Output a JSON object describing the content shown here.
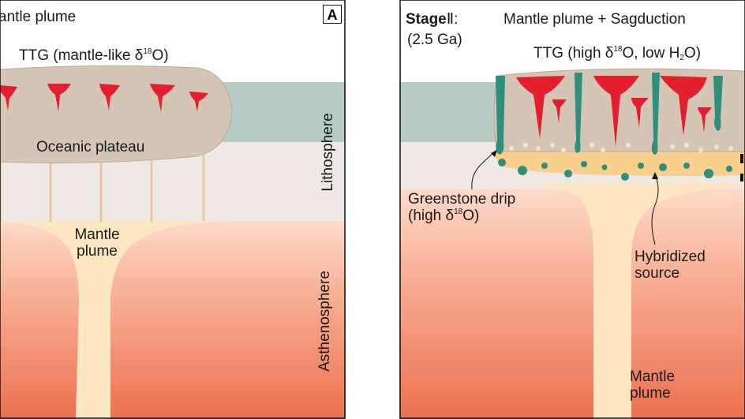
{
  "panel_a": {
    "title": "antle plume",
    "letter": "A",
    "ttg_label_pre": "TTG (mantle-like δ",
    "ttg_sup": "18",
    "ttg_label_post": "O)",
    "plateau": "Oceanic plateau",
    "plume_line1": "Mantle",
    "plume_line2": "plume",
    "lithosphere": "Lithosphere",
    "asthenosphere": "Asthenosphere"
  },
  "panel_b": {
    "stage_bold": "Stage",
    "stage_numeral": "Ⅱ:",
    "stage_age": "(2.5 Ga)",
    "title": "Mantle plume + Sagduction",
    "ttg_pre": "TTG (high δ",
    "ttg_sup": "18",
    "ttg_mid": "O, low H",
    "ttg_sub": "2",
    "ttg_post": "O)",
    "drip_line1": "Greenstone drip",
    "drip_line2_pre": "(high δ",
    "drip_sup": "18",
    "drip_line2_post": "O)",
    "hybrid_line1": "Hybridized",
    "hybrid_line2": "source",
    "plume_line1": "Mantle",
    "plume_line2": "plume"
  },
  "colors": {
    "lithosphere_teal": "#b5cdc6",
    "lithosphere_light": "#efe8e4",
    "asthenosphere_top": "#fcd8c8",
    "asthenosphere_bottom": "#ed7552",
    "plateau": "#d4c5b5",
    "plume": "#fde7c2",
    "ttg_red": "#e31e2e",
    "greenstone": "#2f8e7c",
    "hybrid": "#f9cf8e"
  }
}
